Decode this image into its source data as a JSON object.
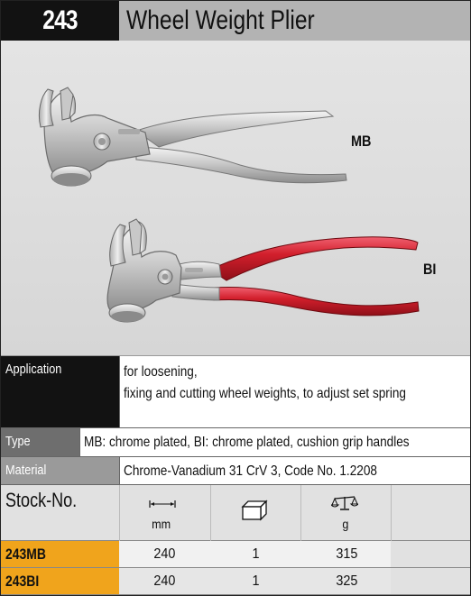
{
  "header": {
    "number": "243",
    "title": "Wheel Weight Plier"
  },
  "variants": {
    "mb_label": "MB",
    "bi_label": "BI"
  },
  "info": {
    "application_label": "Application",
    "application_line1": "for loosening,",
    "application_line2": "fixing and cutting wheel weights, to adjust set spring",
    "type_label": "Type",
    "type_value": "MB: chrome plated, BI: chrome plated, cushion grip handles",
    "material_label": "Material",
    "material_value": "Chrome-Vanadium 31 CrV 3, Code No. 1.2208"
  },
  "stock": {
    "title": "Stock-No.",
    "units": {
      "length": "mm",
      "package": "",
      "weight": "g"
    },
    "icons": [
      "length-dimension-icon",
      "package-box-icon",
      "scale-balance-icon"
    ],
    "rows": [
      {
        "code": "243MB",
        "length": "240",
        "qty": "1",
        "weight": "315"
      },
      {
        "code": "243BI",
        "length": "240",
        "qty": "1",
        "weight": "325"
      }
    ]
  },
  "colors": {
    "header_dark": "#121212",
    "header_gray": "#b3b3b3",
    "accent_orange": "#f0a41c",
    "grip_red": "#d0202a"
  }
}
